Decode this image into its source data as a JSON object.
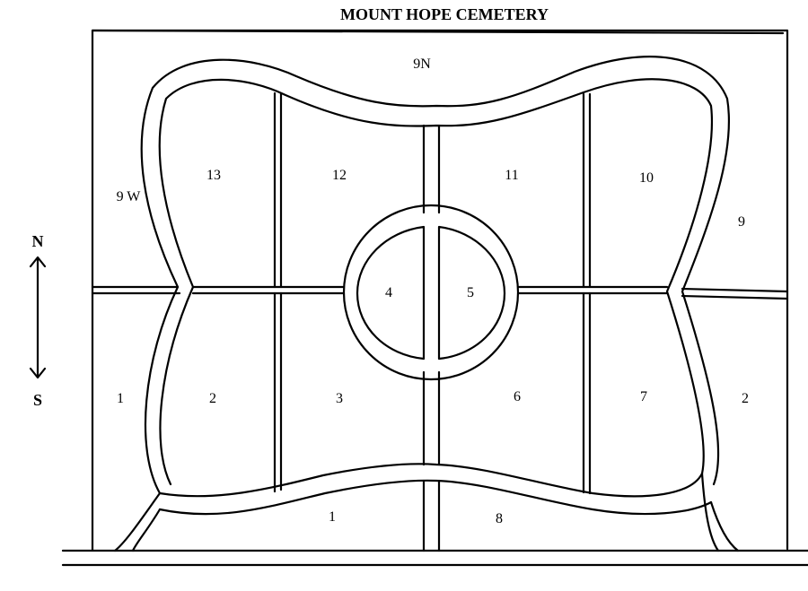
{
  "map": {
    "title": "MOUNT HOPE CEMETERY",
    "compass": {
      "north": "N",
      "south": "S"
    },
    "sections": {
      "n9n": "9N",
      "w9w": "9 W",
      "e9": "9",
      "w1": "1",
      "e2": "2",
      "s1": "1",
      "s2": "2",
      "s3": "3",
      "s4": "4",
      "s5": "5",
      "s6": "6",
      "s7": "7",
      "s8": "8",
      "s10": "10",
      "s11": "11",
      "s12": "12",
      "s13": "13"
    }
  }
}
